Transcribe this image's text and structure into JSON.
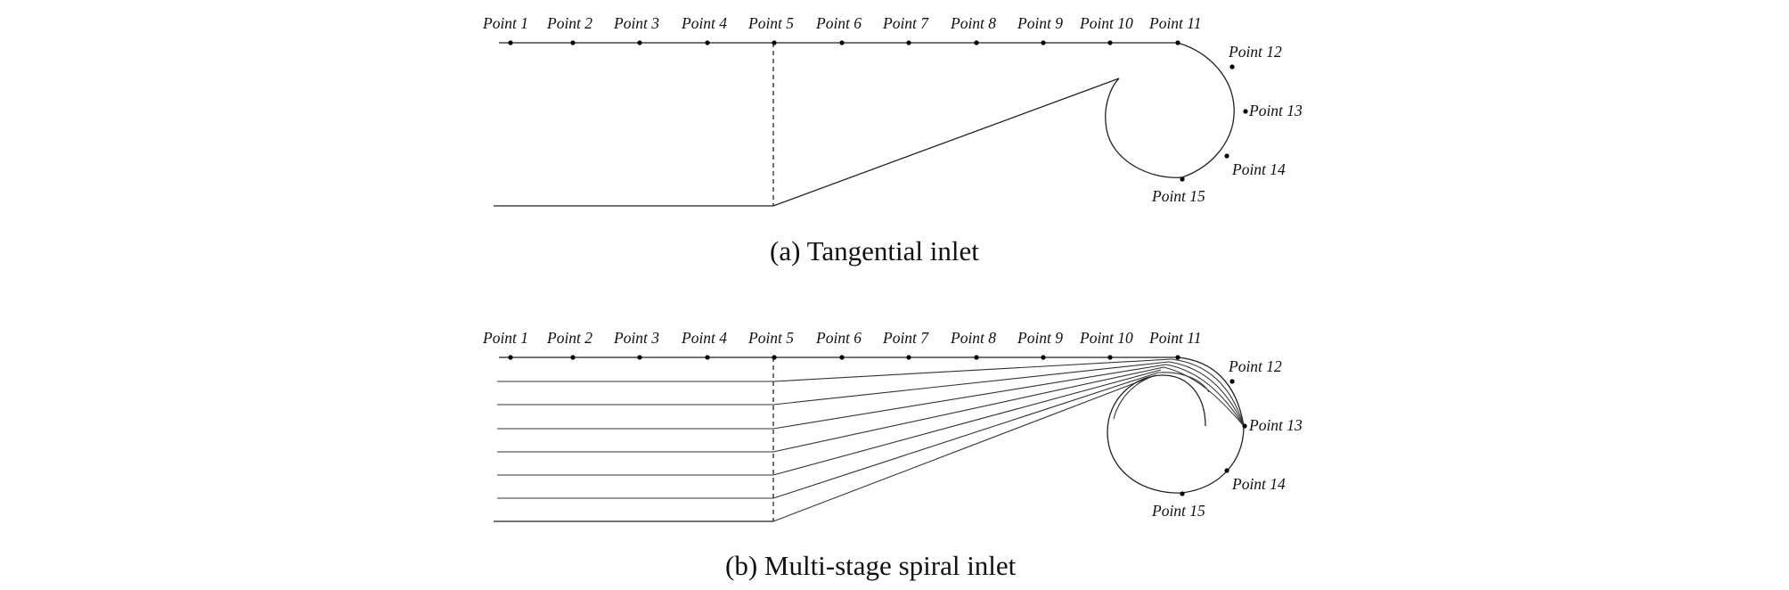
{
  "colors": {
    "line": "#222222",
    "text": "#111111",
    "background": "#ffffff"
  },
  "panel_a": {
    "caption": "(a) Tangential inlet",
    "labels": [
      "Point 1",
      "Point 2",
      "Point 3",
      "Point 4",
      "Point 5",
      "Point 6",
      "Point 7",
      "Point 8",
      "Point 9",
      "Point 10",
      "Point 11",
      "Point 12",
      "Point 13",
      "Point 14",
      "Point 15"
    ]
  },
  "panel_b": {
    "caption": "(b) Multi-stage spiral inlet",
    "labels": [
      "Point 1",
      "Point 2",
      "Point 3",
      "Point 4",
      "Point 5",
      "Point 6",
      "Point 7",
      "Point 8",
      "Point 9",
      "Point 10",
      "Point 11",
      "Point 12",
      "Point 13",
      "Point 14",
      "Point 15"
    ]
  }
}
